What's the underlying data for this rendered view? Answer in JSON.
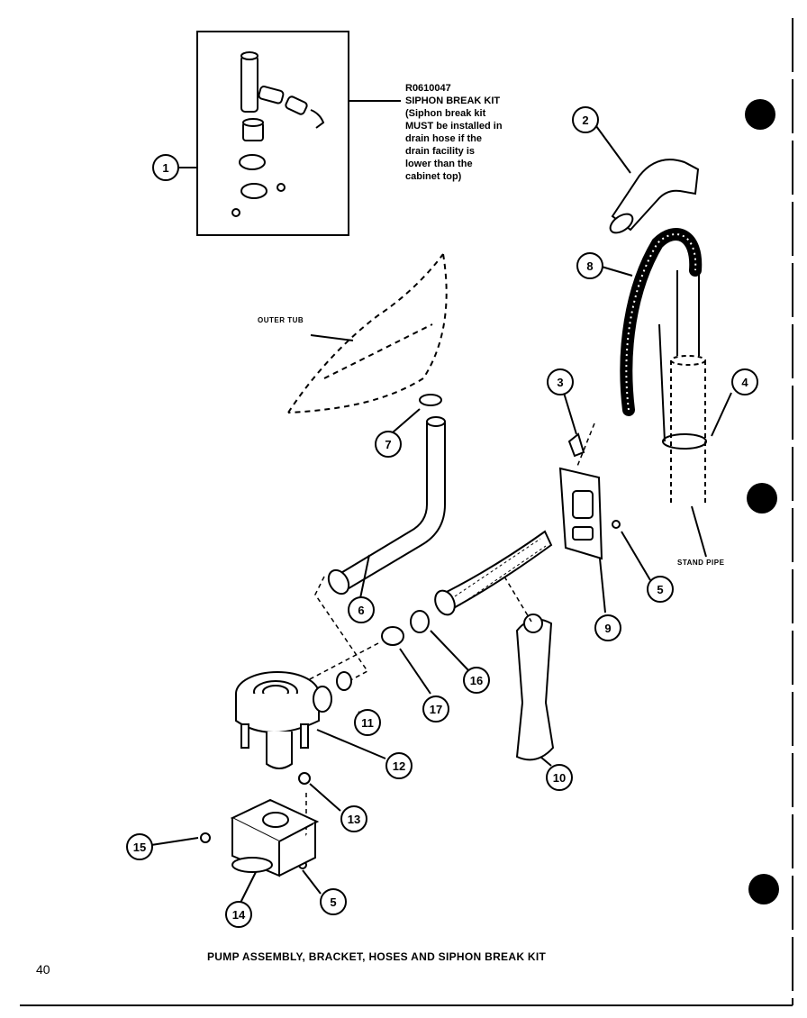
{
  "kit": {
    "lines": [
      "R0610047",
      "SIPHON BREAK KIT",
      "(Siphon break kit",
      "MUST be installed in",
      "drain hose if the",
      "drain facility is",
      "lower than the",
      "cabinet top)"
    ]
  },
  "labels": {
    "outer_tub": "OUTER TUB",
    "stand_pipe": "STAND PIPE"
  },
  "callouts": [
    "1",
    "2",
    "8",
    "3",
    "4",
    "7",
    "5",
    "9",
    "6",
    "16",
    "17",
    "11",
    "12",
    "10",
    "13",
    "15",
    "5",
    "14"
  ],
  "caption": "PUMP ASSEMBLY, BRACKET, HOSES AND SIPHON BREAK KIT",
  "page_number": "40"
}
